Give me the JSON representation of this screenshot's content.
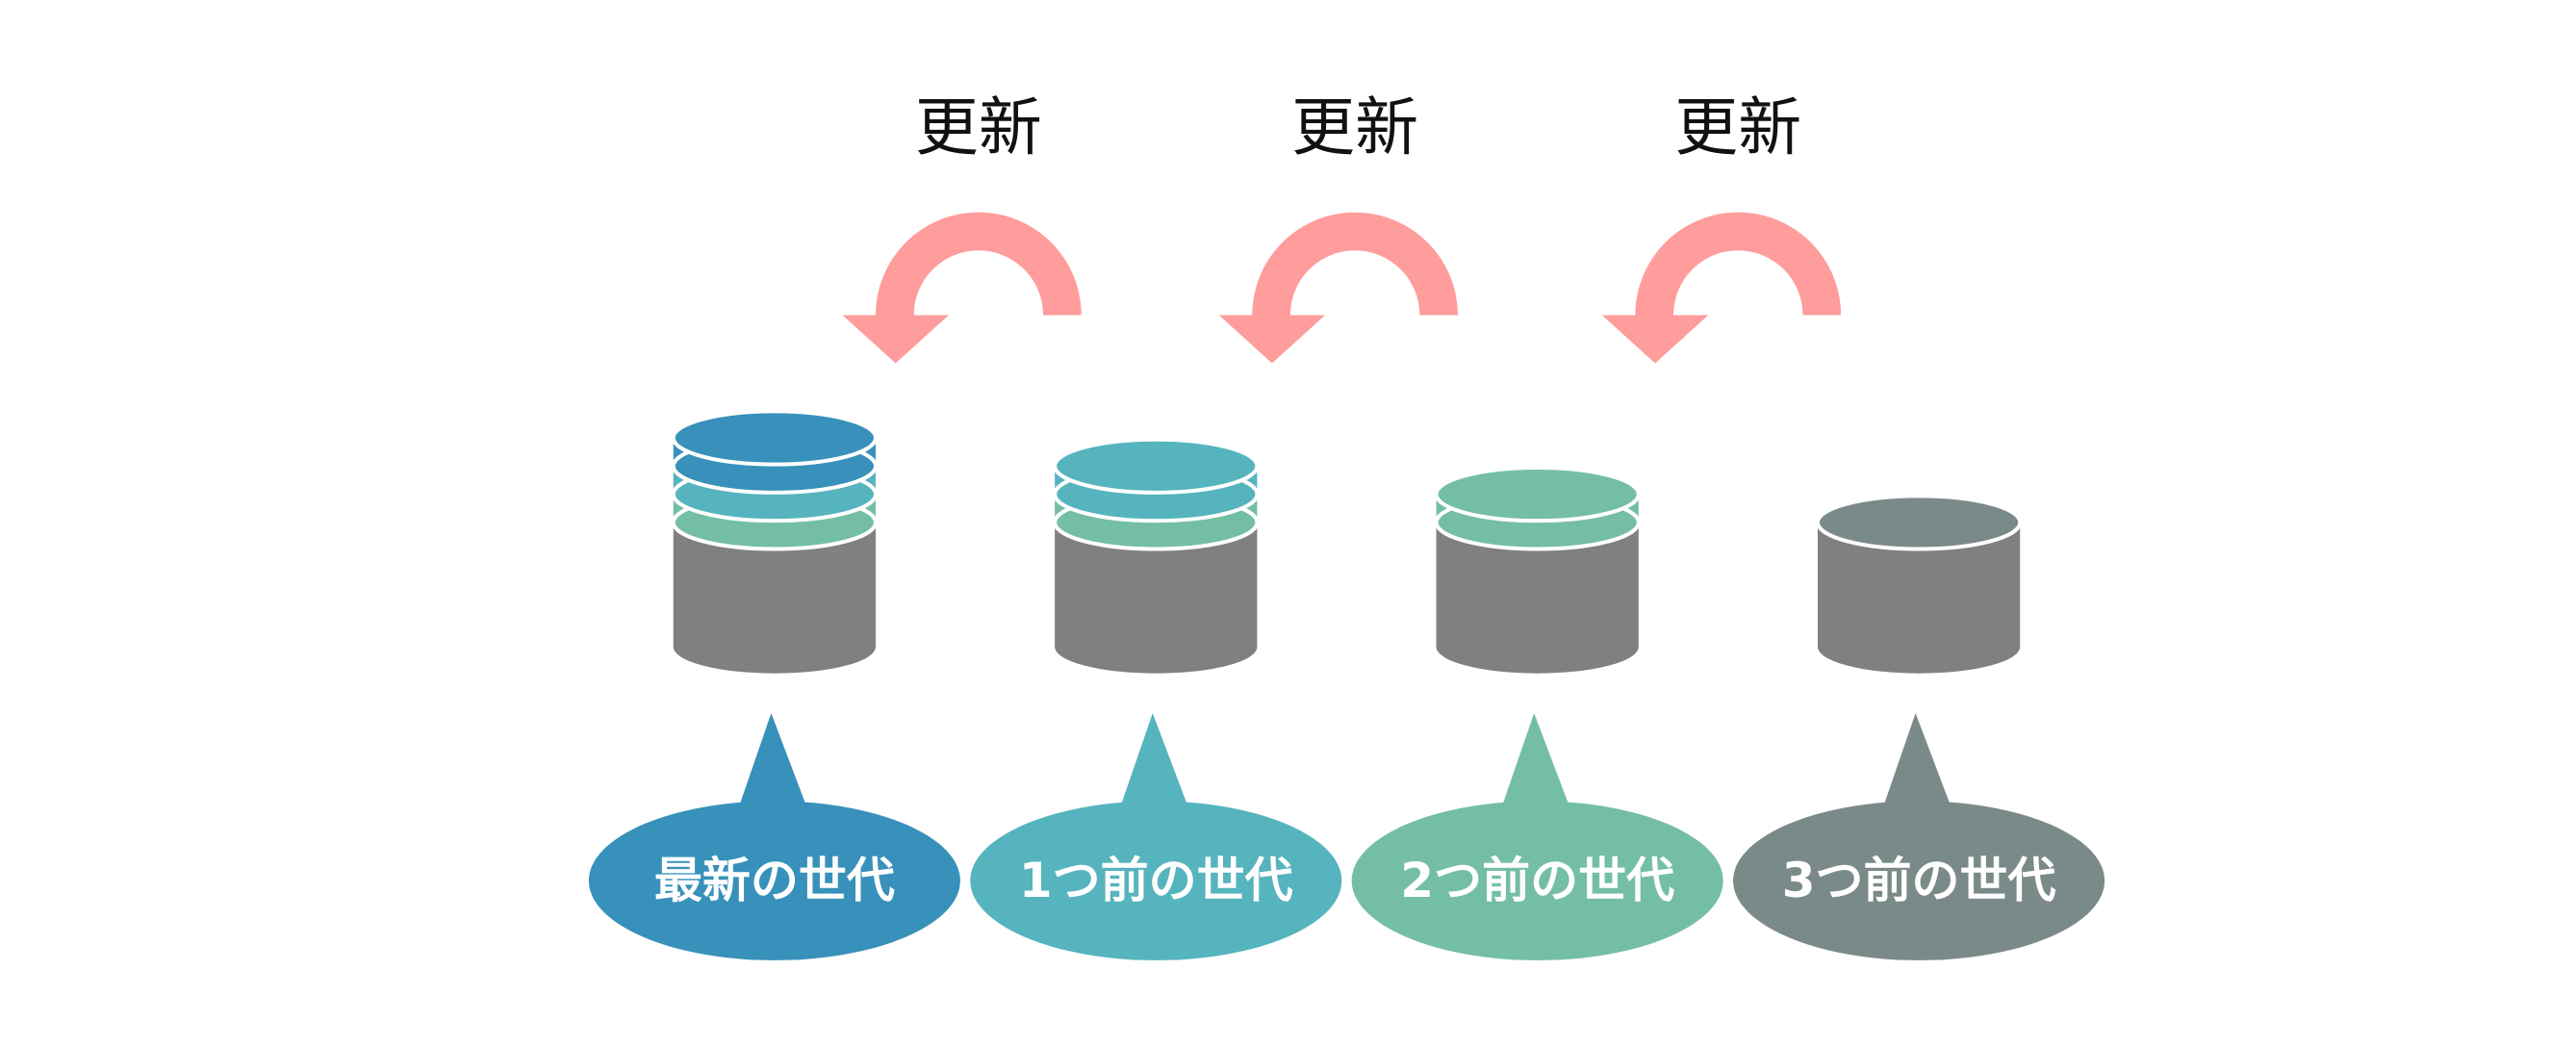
{
  "update_label": "更新",
  "generations": [
    {
      "label": "最新の世代",
      "color": "#3891BA",
      "layers": [
        "#3891BA",
        "#3891BA",
        "#56B4BE",
        "#75BEA6"
      ]
    },
    {
      "label": "1つ前の世代",
      "color": "#56B4BE",
      "layers": [
        "#56B4BE",
        "#56B4BE",
        "#75BEA6"
      ]
    },
    {
      "label": "2つ前の世代",
      "color": "#75BEA6",
      "layers": [
        "#75BEA6",
        "#75BEA6"
      ]
    },
    {
      "label": "3つ前の世代",
      "color": "#7A8A88",
      "layers": [
        "#7A8A88"
      ]
    }
  ],
  "colors": {
    "arrow": "#FF9C9C",
    "cylinder_body": "#808080",
    "outline": "#ffffff",
    "text_dark": "#111111",
    "text_light": "#ffffff"
  },
  "icons": {
    "update_arrow": "curved-arrow-icon",
    "database": "database-cylinder-icon",
    "callout": "speech-bubble-icon"
  }
}
